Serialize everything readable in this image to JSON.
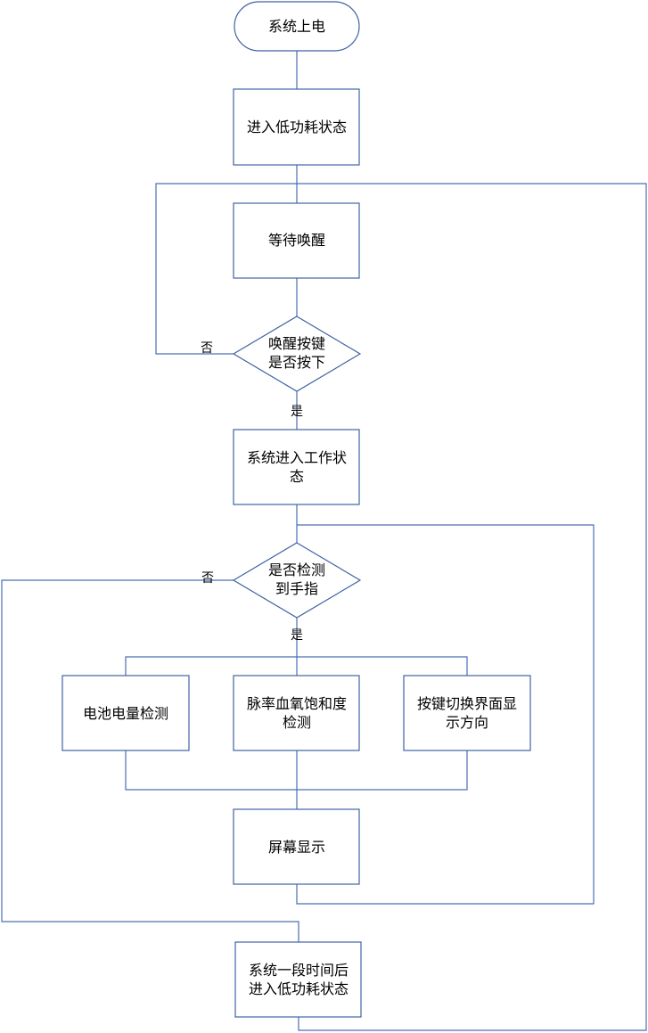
{
  "diagram": {
    "colors": {
      "stroke": "#3f63a4",
      "connector": "#4a6fb5",
      "fill": "#ffffff",
      "text": "#000000"
    },
    "nodes": {
      "power_on": {
        "shape": "terminal",
        "lines": [
          "系统上电"
        ]
      },
      "low_power": {
        "shape": "process",
        "lines": [
          "进入低功耗状态"
        ]
      },
      "wait_wakeup": {
        "shape": "process",
        "lines": [
          "等待唤醒"
        ]
      },
      "wake_key_decision": {
        "shape": "decision",
        "lines": [
          "唤醒按键",
          "是否按下"
        ]
      },
      "work_state": {
        "shape": "process",
        "lines": [
          "系统进入工作状",
          "态"
        ]
      },
      "finger_decision": {
        "shape": "decision",
        "lines": [
          "是否检测",
          "到手指"
        ]
      },
      "battery_check": {
        "shape": "process",
        "lines": [
          "电池电量检测"
        ]
      },
      "pulse_spo2": {
        "shape": "process",
        "lines": [
          "脉率血氧饱和度",
          "检测"
        ]
      },
      "key_orientation": {
        "shape": "process",
        "lines": [
          "按键切换界面显",
          "示方向"
        ]
      },
      "screen_display": {
        "shape": "process",
        "lines": [
          "屏幕显示"
        ]
      },
      "timeout_low_power": {
        "shape": "process",
        "lines": [
          "系统一段时间后",
          "进入低功耗状态"
        ]
      }
    },
    "edge_labels": {
      "wake_no": "否",
      "wake_yes": "是",
      "finger_no": "否",
      "finger_yes": "是"
    }
  }
}
